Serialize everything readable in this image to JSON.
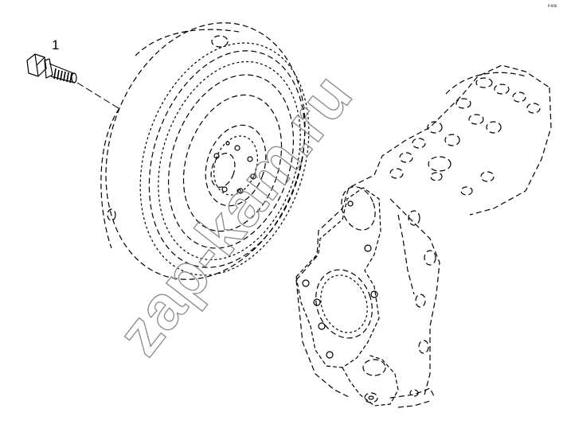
{
  "labels": {
    "part_1": "1",
    "corner_code": "P-000"
  },
  "watermark": {
    "text": "zap-kam.ru"
  }
}
